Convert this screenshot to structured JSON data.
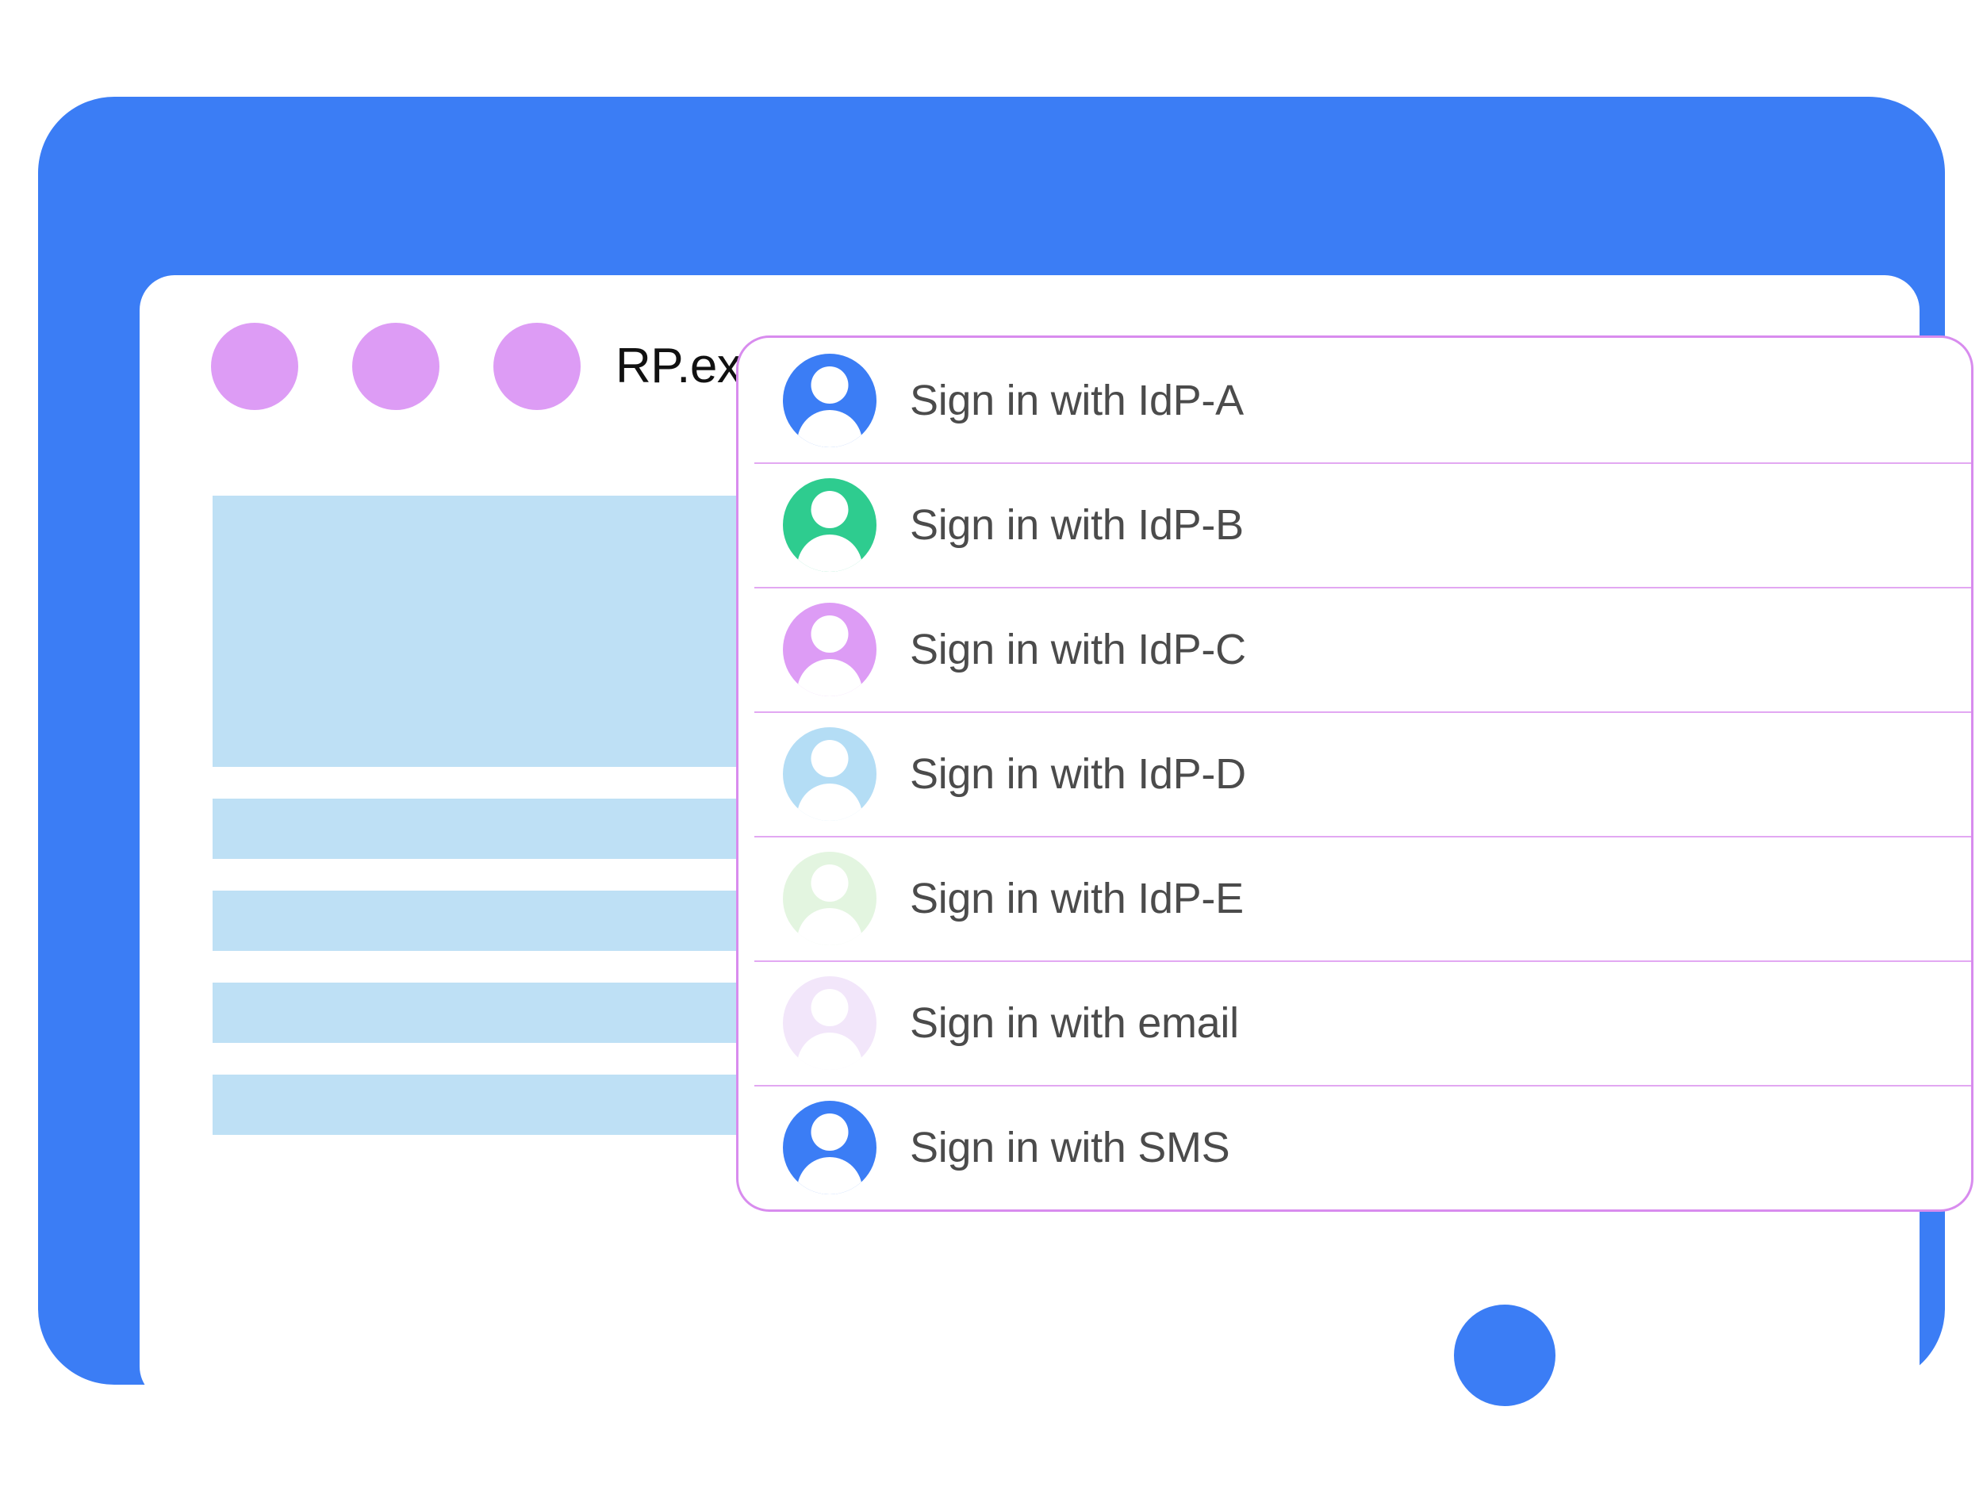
{
  "browser": {
    "title": "RP.example",
    "window_dots": [
      "window-dot-1",
      "window-dot-2",
      "window-dot-3"
    ],
    "frame_color": "#3B7DF5",
    "dot_color": "#DD9CF5"
  },
  "page_content": {
    "placeholder_blocks": [
      {
        "kind": "hero"
      },
      {
        "kind": "bar"
      },
      {
        "kind": "bar"
      },
      {
        "kind": "bar"
      },
      {
        "kind": "bar"
      }
    ],
    "block_color": "#BEE0F5"
  },
  "account_chooser": {
    "border_color": "#D88CEE",
    "divider_color": "#E2A8F2",
    "label_color": "#4B4B4B",
    "items": [
      {
        "label": "Sign in with IdP-A",
        "avatar_color": "#3B7DF5",
        "icon": "person-avatar-icon"
      },
      {
        "label": "Sign in with IdP-B",
        "avatar_color": "#2ECC8F",
        "icon": "person-avatar-icon"
      },
      {
        "label": "Sign in with IdP-C",
        "avatar_color": "#DD9CF5",
        "icon": "person-avatar-icon"
      },
      {
        "label": "Sign in with IdP-D",
        "avatar_color": "#B4DDF5",
        "icon": "person-avatar-icon"
      },
      {
        "label": "Sign in with IdP-E",
        "avatar_color": "#E3F5E0",
        "icon": "person-avatar-icon"
      },
      {
        "label": "Sign in with email",
        "avatar_color": "#F2E6FA",
        "icon": "person-avatar-icon"
      },
      {
        "label": "Sign in with SMS",
        "avatar_color": "#3B7DF5",
        "icon": "person-avatar-icon"
      }
    ]
  }
}
